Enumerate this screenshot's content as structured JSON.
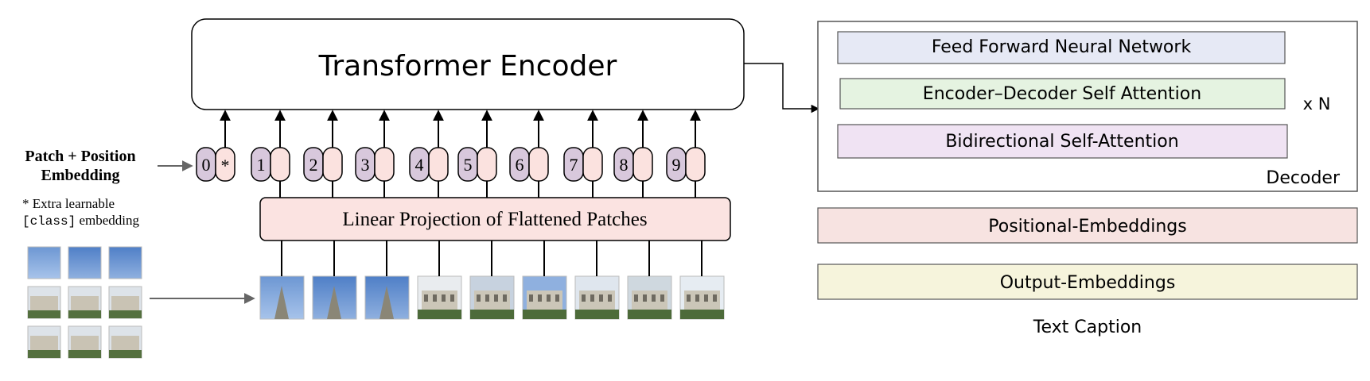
{
  "encoder": {
    "title": "Transformer Encoder",
    "left_label_line1": "Patch + Position",
    "left_label_line2": "Embedding",
    "note_line1": "* Extra learnable",
    "note_code": "[class]",
    "note_rest": " embedding",
    "projection_label": "Linear Projection of Flattened Patches",
    "tokens": [
      "0",
      "1",
      "2",
      "3",
      "4",
      "5",
      "6",
      "7",
      "8",
      "9"
    ],
    "class_token_mark": "*"
  },
  "decoder": {
    "layers": [
      {
        "label": "Feed Forward Neural Network",
        "color": "#e6e9f5"
      },
      {
        "label": "Encoder–Decoder Self Attention",
        "color": "#e5f3e1"
      },
      {
        "label": "Bidirectional Self-Attention",
        "color": "#f0e3f3"
      }
    ],
    "repeat": "x N",
    "title": "Decoder",
    "positional": {
      "label": "Positional-Embeddings",
      "color": "#f7e3e1"
    },
    "output": {
      "label": "Output-Embeddings",
      "color": "#f6f4dc"
    },
    "caption": "Text Caption"
  },
  "colors": {
    "token_left": "#d8c8dc",
    "token_right": "#fbe2df",
    "projection_fill": "#fbe3e1",
    "arrow": "#000000",
    "gray_arrow": "#666666"
  }
}
